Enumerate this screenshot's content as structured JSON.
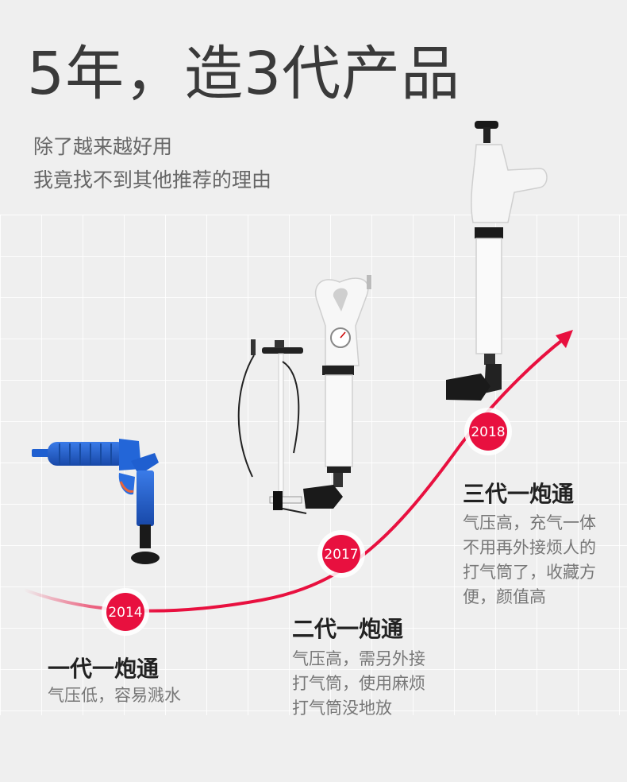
{
  "headline": "5年，造3代产品",
  "subtitle": [
    "除了越来越好用",
    "我竟找不到其他推荐的理由"
  ],
  "colors": {
    "accent_red": "#e8103f",
    "background": "#efefef",
    "gen1_blue": "#1f5fd0"
  },
  "generations": [
    {
      "year": "2014",
      "title": "一代一炮通",
      "desc": [
        "气压低，容易溅水"
      ],
      "icon": "blue-plunger-gun-icon"
    },
    {
      "year": "2017",
      "title": "二代一炮通",
      "desc": [
        "气压高，需另外接",
        "打气筒，使用麻烦",
        "打气筒没地放"
      ],
      "icon": "white-plunger-with-pump-icon"
    },
    {
      "year": "2018",
      "title": "三代一炮通",
      "desc": [
        "气压高，充气一体",
        "不用再外接烦人的",
        "打气筒了，收藏方",
        "便，颜值高"
      ],
      "icon": "white-integrated-plunger-icon"
    }
  ]
}
